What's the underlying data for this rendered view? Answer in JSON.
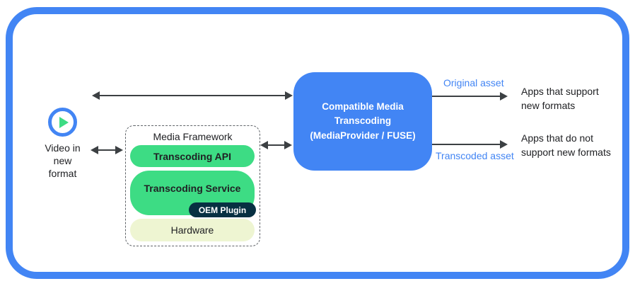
{
  "colors": {
    "accent_blue": "#4285f4",
    "android_green": "#3ddc84",
    "hardware_cream": "#eef5d2",
    "plugin_navy": "#073042",
    "arrow_gray": "#3c4043"
  },
  "source": {
    "icon": "play-icon",
    "label": "Video in\nnew\nformat"
  },
  "framework": {
    "title": "Media Framework",
    "layers": [
      {
        "label": "Transcoding API",
        "color": "#3ddc84"
      },
      {
        "label": "Transcoding Service",
        "color": "#3ddc84",
        "plugin": "OEM Plugin"
      },
      {
        "label": "Hardware",
        "color": "#eef5d2"
      }
    ]
  },
  "transcoder": {
    "label": "Compatible Media\nTranscoding\n(MediaProvider / FUSE)",
    "color": "#4285f4"
  },
  "outputs": [
    {
      "asset_label": "Original asset",
      "target": "Apps that support\nnew formats"
    },
    {
      "asset_label": "Transcoded asset",
      "target": "Apps that do not\nsupport new formats"
    }
  ]
}
